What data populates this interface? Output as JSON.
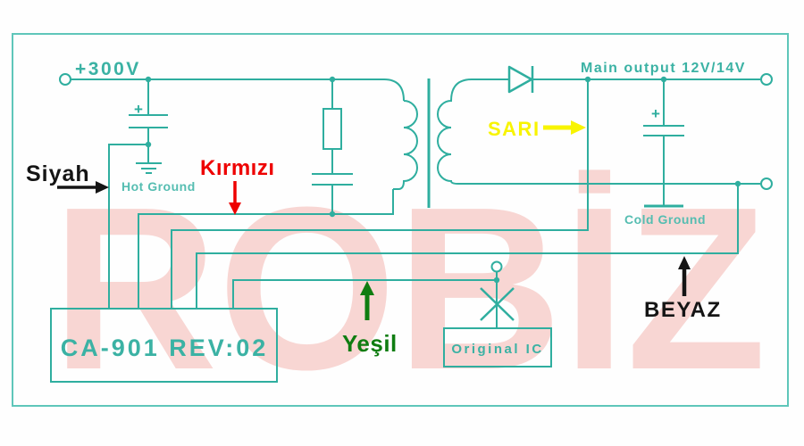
{
  "watermark": {
    "text": "ROBİZ",
    "color": "#f8d6d3"
  },
  "labels": {
    "input_voltage": "+300V",
    "main_output": "Main output 12V/14V",
    "hot_ground": "Hot Ground",
    "cold_ground": "Cold Ground",
    "board": "CA-901 REV:02",
    "original_ic": "Original IC",
    "input_cap_polarity": "+",
    "output_cap_polarity": "+"
  },
  "wire_annotations": {
    "siyah": {
      "text": "Siyah",
      "color": "#151515"
    },
    "kirmizi": {
      "text": "Kırmızı",
      "color": "#ee0000"
    },
    "sari": {
      "text": "SARI",
      "color": "#f8f400"
    },
    "yesil": {
      "text": "Yeşil",
      "color": "#0f7d11"
    },
    "beyaz": {
      "text": "BEYAZ",
      "color": "#151515"
    }
  },
  "colors": {
    "wire": "#2fae9f",
    "teal_text": "#3bb2a4",
    "ground_text": "#55bdb1",
    "border": "#5fc6ba",
    "background": "#ffffff"
  }
}
